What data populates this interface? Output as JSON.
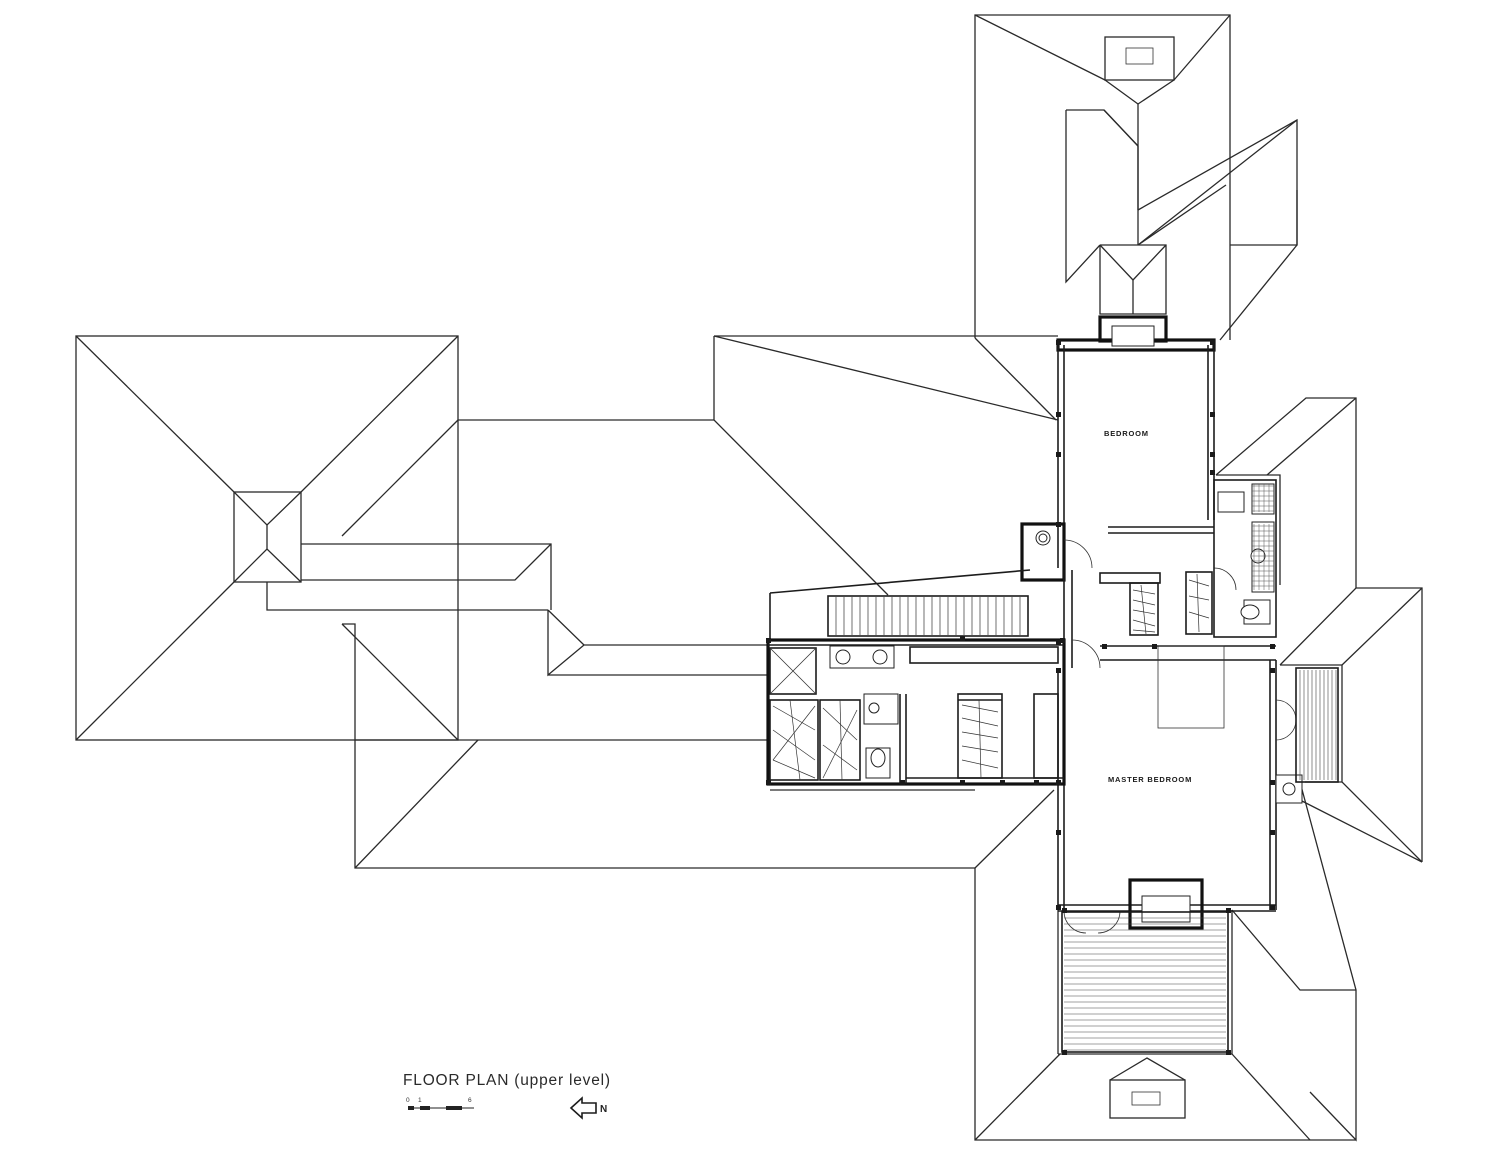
{
  "rooms": {
    "bedroom": "BEDROOM",
    "master_bedroom": "MASTER  BEDROOM"
  },
  "title_block": {
    "title": "FLOOR  PLAN (upper level)",
    "scale_ticks": [
      "0",
      "1",
      "6"
    ],
    "north_label": "N"
  },
  "icons": {
    "north_arrow": "left-arrow-icon",
    "scale_bar": "scale-bar-icon"
  },
  "colors": {
    "ink": "#1c1c1c",
    "paper": "#ffffff"
  }
}
